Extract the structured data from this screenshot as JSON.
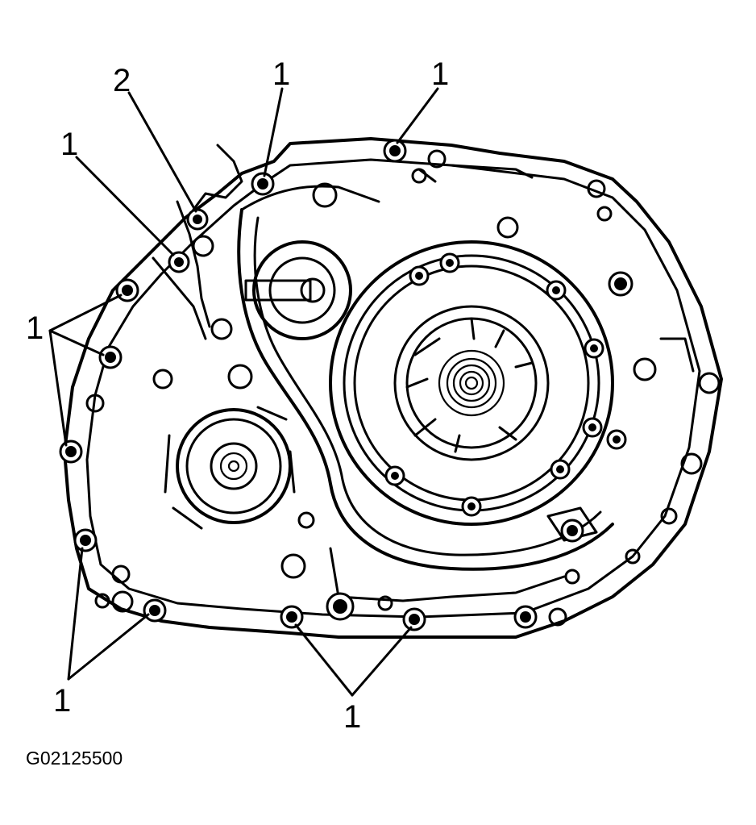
{
  "diagram": {
    "figure_id": "G02125500",
    "callouts": {
      "c1_top_center": "1",
      "c1_top_right": "1",
      "c2_top_left": "2",
      "c1_upper_left": "1",
      "c1_left": "1",
      "c1_lower_left": "1",
      "c1_bottom": "1"
    }
  }
}
